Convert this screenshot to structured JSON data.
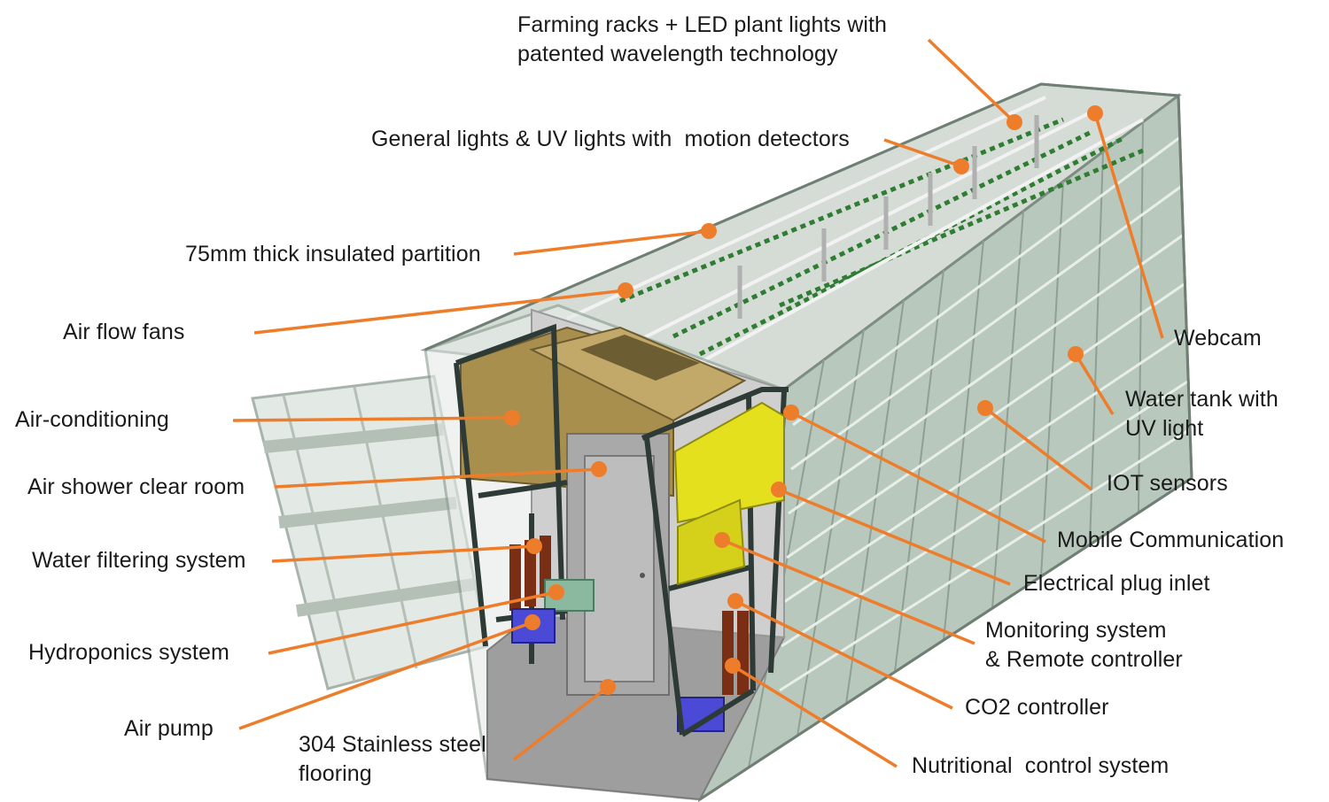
{
  "labels": {
    "farming_racks": "Farming racks + LED plant lights with\npatented wavelength technology",
    "general_lights": "General lights & UV lights with  motion detectors",
    "partition": "75mm thick insulated partition",
    "air_flow_fans": "Air flow fans",
    "air_conditioning": "Air-conditioning",
    "air_shower": "Air shower clear room",
    "water_filtering": "Water filtering system",
    "hydroponics": "Hydroponics system",
    "air_pump": "Air pump",
    "flooring": "304 Stainless steel\nflooring",
    "webcam": "Webcam",
    "water_tank": "Water tank with\nUV light",
    "iot_sensors": "IOT sensors",
    "mobile_comm": "Mobile Communication",
    "electrical_plug": "Electrical plug inlet",
    "monitoring": "Monitoring system\n& Remote controller",
    "co2": "CO2 controller",
    "nutritional": "Nutritional  control system"
  },
  "colors": {
    "leader": "#ee7d2b",
    "container_frame": "#8a9a8e",
    "container_glass": "#c9d6cc",
    "plants": "#2f7d32",
    "air_conditioner": "#a98f4e",
    "control_panel": "#e5e01e",
    "door": "#a9a9a9",
    "floor": "#9e9e9e",
    "filter_tubes": "#7a2e14",
    "pump": "#4a4ad6"
  }
}
